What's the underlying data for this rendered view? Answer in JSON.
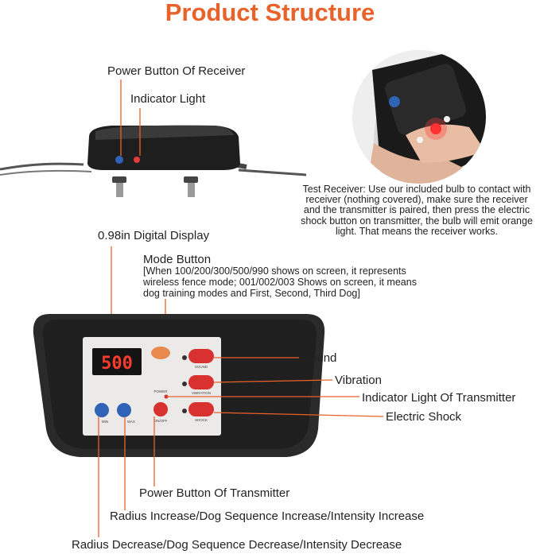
{
  "title": "Product Structure",
  "receiver": {
    "power_button_label": "Power Button Of Receiver",
    "indicator_light_label": "Indicator Light"
  },
  "test_receiver_note": "Test Receiver: Use our included bulb to contact with receiver (nothing covered), make sure the receiver and the transmitter is paired, then press the electric shock button on transmitter, the bulb will emit orange light. That means the receiver works.",
  "transmitter": {
    "display_label": "0.98in Digital Display",
    "mode_button_label": "Mode Button",
    "mode_button_note": "[When 100/200/300/500/990 shows on screen, it represents wireless fence mode; 001/002/003 Shows on screen, it means dog training modes and First, Second, Third Dog]",
    "display_value": "500",
    "sound_label": "Sound",
    "vibration_label": "Vibration",
    "indicator_label": "Indicator Light Of Transmitter",
    "shock_label": "Electric Shock",
    "power_label": "Power Button Of Transmitter",
    "increase_label": "Radius Increase/Dog Sequence Increase/Intensity Increase",
    "decrease_label": "Radius Decrease/Dog Sequence Decrease/Intensity Decrease",
    "panel": {
      "sound_text": "SOUND",
      "vibration_text": "VIBRATION",
      "shock_text": "SHOCK",
      "power_text": "POWER",
      "min_text": "MIN",
      "max_text": "MAX",
      "onoff_text": "ON/OFF"
    }
  },
  "colors": {
    "title": "#e8622a",
    "button_red": "#d8312f",
    "button_blue": "#2f63b8",
    "mode_orange": "#e98a4c",
    "display_red": "#ff3b2b",
    "leader_line": "#e8622a"
  }
}
